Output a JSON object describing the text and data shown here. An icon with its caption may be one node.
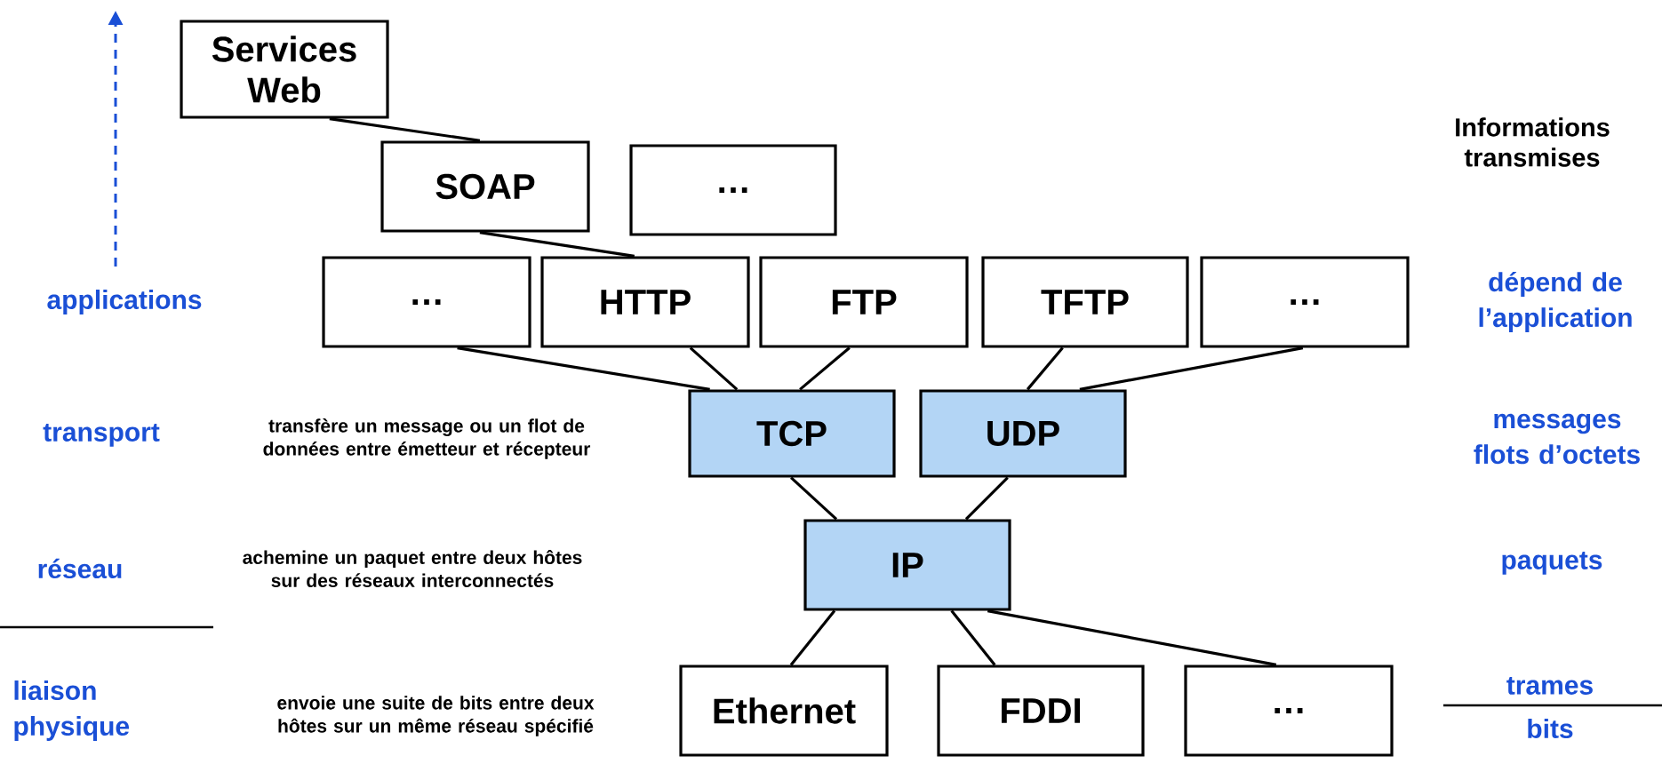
{
  "diagram": {
    "nodes": [
      {
        "text": [
          "Services Web"
        ]
      },
      {
        "text": [
          "SOAP"
        ]
      },
      {
        "text": [
          "…"
        ]
      },
      {
        "text": [
          "…"
        ]
      },
      {
        "text": [
          "HTTP"
        ]
      },
      {
        "text": [
          "FTP"
        ]
      },
      {
        "text": [
          "TFTP"
        ]
      },
      {
        "text": [
          "…"
        ]
      },
      {
        "text": [
          "TCP"
        ]
      },
      {
        "text": [
          "UDP"
        ]
      },
      {
        "text": [
          "IP"
        ]
      },
      {
        "text": [
          "Ethernet"
        ]
      },
      {
        "text": [
          "FDDI"
        ]
      },
      {
        "text": [
          "…"
        ]
      }
    ],
    "edges": [
      {
        "from": 0,
        "to": 1,
        "arrow": "none"
      },
      {
        "from": 1,
        "to": 4,
        "arrow": "none"
      },
      {
        "from": 3,
        "to": 8,
        "arrow": "none"
      },
      {
        "from": 4,
        "to": 8,
        "arrow": "none"
      },
      {
        "from": 5,
        "to": 8,
        "arrow": "none"
      },
      {
        "from": 6,
        "to": 9,
        "arrow": "none"
      },
      {
        "from": 7,
        "to": 9,
        "arrow": "none"
      },
      {
        "from": 8,
        "to": 10,
        "arrow": "none"
      },
      {
        "from": 9,
        "to": 10,
        "arrow": "none"
      },
      {
        "from": 10,
        "to": 11,
        "arrow": "none"
      },
      {
        "from": 10,
        "to": 12,
        "arrow": "none"
      },
      {
        "from": 10,
        "to": 13,
        "arrow": "none"
      }
    ],
    "labels": [
      "Informations transmises",
      "applications",
      "dépend de l’application",
      "transport",
      "transfère un message ou un flot de données entre émetteur et récepteur",
      "messages flots d’octets",
      "réseau",
      "achemine un paquet entre deux hôtes sur des réseaux interconnectés",
      "paquets",
      "liaison physique",
      "envoie une suite de bits entre deux hôtes sur un même réseau spécifié",
      "trames",
      "bits"
    ]
  }
}
